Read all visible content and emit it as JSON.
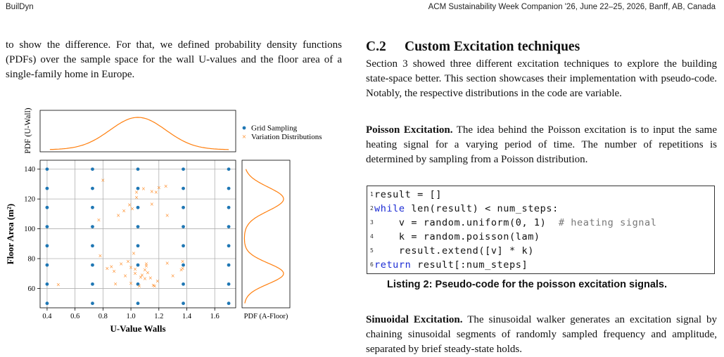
{
  "header": {
    "left": "BuilDyn",
    "right": "ACM Sustainability Week Companion '26, June 22–25, 2026, Banff, AB, Canada"
  },
  "left_column": {
    "paragraph": "to show the difference. For that, we defined probability density functions (PDFs) over the sample space for the wall U-values and the floor area of a single-family home in Europe."
  },
  "right_column": {
    "section_number": "C.2",
    "section_title": "Custom Excitation techniques",
    "intro": "Section 3 showed three different excitation techniques to explore the building state-space better. This section showcases their implementation with pseudo-code. Notably, the respective distributions in the code are variable.",
    "poisson": {
      "lead": "Poisson Excitation.",
      "text": " The idea behind the Poisson excitation is to input the same heating signal for a varying period of time. The number of repetitions is determined by sampling from a Poisson distribution."
    },
    "code": {
      "line_numbers": [
        "1",
        "2",
        "3",
        "4",
        "5",
        "6"
      ],
      "l1": "result = []",
      "l2_kw": "while",
      "l2_rest": " len(result) < num_steps:",
      "l3": "    v = random.uniform(0, 1)  ",
      "l3_comment": "# heating signal",
      "l4": "    k = random.poisson(lam)",
      "l5": "    result.extend([v] * k)",
      "l6_kw": "return",
      "l6_rest": " result[:num_steps]"
    },
    "caption": "Listing 2: Pseudo-code for the poisson excitation signals.",
    "sinusoidal": {
      "lead": "Sinuoidal Excitation.",
      "text": " The sinusoidal walker generates an excitation signal by chaining sinusoidal segments of randomly sampled frequency and amplitude, separated by brief steady-state holds."
    }
  },
  "chart_data": {
    "type": "scatter",
    "xlabel": "U-Value Walls",
    "ylabel": "Floor Area (m²)",
    "top_marginal_label": "PDF (U-Wall)",
    "right_marginal_label": "PDF (A-Floor)",
    "xlim": [
      0.35,
      1.75
    ],
    "ylim": [
      47,
      146
    ],
    "xticks": [
      0.4,
      0.6,
      0.8,
      1.0,
      1.2,
      1.4,
      1.6
    ],
    "yticks": [
      60,
      80,
      100,
      120,
      140
    ],
    "grid": true,
    "legend_position": "top-right, beside the top marginal plot",
    "colors": {
      "grid_sampling": "#1f77b4",
      "variation": "#ff7f0e"
    },
    "series": [
      {
        "name": "Grid Sampling",
        "marker": "circle",
        "x_levels": [
          0.4,
          0.725,
          1.05,
          1.375,
          1.7
        ],
        "y_levels": [
          50,
          62.9,
          75.7,
          88.6,
          101.4,
          114.3,
          127.1,
          140
        ]
      },
      {
        "name": "Variation Distributions",
        "marker": "x",
        "points": [
          [
            0.48,
            62.5
          ],
          [
            0.77,
            106
          ],
          [
            0.78,
            82
          ],
          [
            0.8,
            132.5
          ],
          [
            0.83,
            73.5
          ],
          [
            0.86,
            74.5
          ],
          [
            0.88,
            71.5
          ],
          [
            0.89,
            63
          ],
          [
            0.91,
            109
          ],
          [
            0.93,
            76.5
          ],
          [
            0.95,
            112
          ],
          [
            0.96,
            68.5
          ],
          [
            0.98,
            78
          ],
          [
            0.99,
            116
          ],
          [
            1.0,
            63.5
          ],
          [
            1.0,
            74
          ],
          [
            1.01,
            113.5
          ],
          [
            1.02,
            83.5
          ],
          [
            1.03,
            70
          ],
          [
            1.03,
            73
          ],
          [
            1.04,
            121
          ],
          [
            1.04,
            124.5
          ],
          [
            1.06,
            61.5
          ],
          [
            1.07,
            67.5
          ],
          [
            1.08,
            69
          ],
          [
            1.09,
            127
          ],
          [
            1.1,
            66.5
          ],
          [
            1.1,
            72.5
          ],
          [
            1.11,
            75
          ],
          [
            1.11,
            76.5
          ],
          [
            1.12,
            70.5
          ],
          [
            1.14,
            67
          ],
          [
            1.15,
            116.5
          ],
          [
            1.15,
            125
          ],
          [
            1.16,
            62
          ],
          [
            1.17,
            61.5
          ],
          [
            1.18,
            124.5
          ],
          [
            1.19,
            65
          ],
          [
            1.2,
            127.5
          ],
          [
            1.25,
            128.5
          ],
          [
            1.26,
            109
          ],
          [
            1.26,
            77
          ],
          [
            1.3,
            68.5
          ],
          [
            1.36,
            72.5
          ],
          [
            1.37,
            73.5
          ],
          [
            1.37,
            78
          ]
        ]
      }
    ],
    "marginal_u_wall": {
      "type": "normal",
      "mean": 1.05,
      "sd": 0.2
    },
    "marginal_a_floor": {
      "type": "bimodal-normal",
      "components": [
        {
          "mean": 70,
          "sd": 7,
          "weight": 0.5
        },
        {
          "mean": 120,
          "sd": 8,
          "weight": 0.5
        }
      ]
    }
  }
}
